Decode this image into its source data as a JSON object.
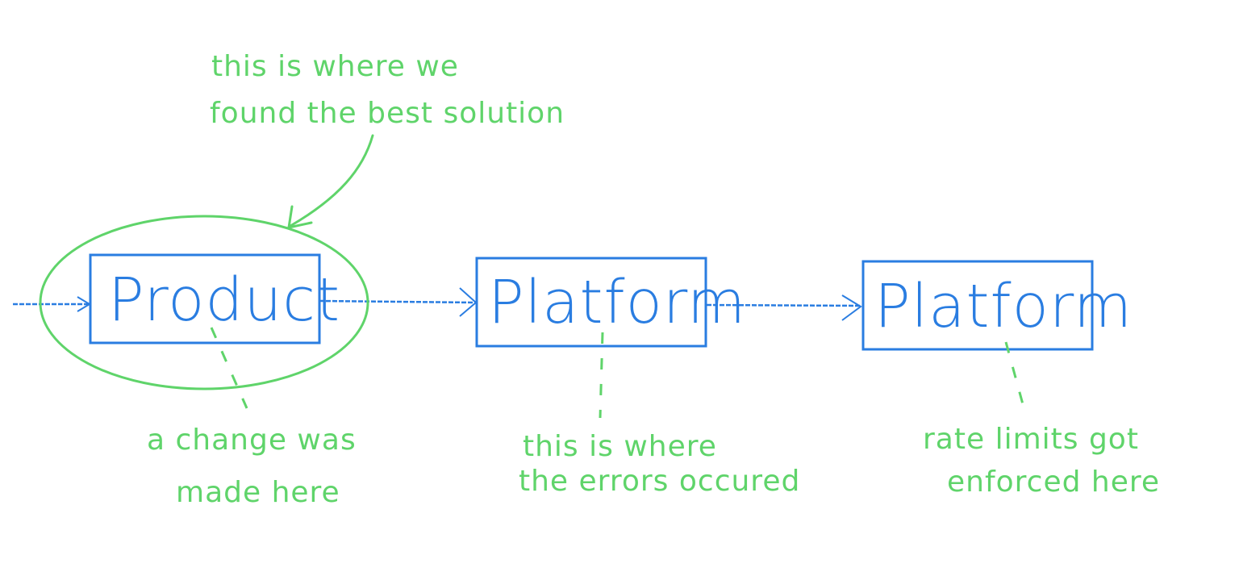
{
  "colors": {
    "background": "#ffffff",
    "box_stroke": "#2a7de1",
    "box_text": "#2a7de1",
    "arrow": "#2a7de1",
    "annotation": "#5fd46a"
  },
  "nodes": [
    {
      "id": "product",
      "label": "Product"
    },
    {
      "id": "platform-1",
      "label": "Platform"
    },
    {
      "id": "platform-2",
      "label": "Platform"
    }
  ],
  "edges": [
    {
      "from": "",
      "to": "product"
    },
    {
      "from": "product",
      "to": "platform-1"
    },
    {
      "from": "platform-1",
      "to": "platform-2"
    }
  ],
  "annotations": {
    "best_solution": {
      "line1": "this is where we",
      "line2": "found the best solution"
    },
    "change": {
      "line1": "a change was",
      "line2": "made here"
    },
    "errors": {
      "line1": "this is where",
      "line2": "the errors occured"
    },
    "rate_limits": {
      "line1": "rate limits got",
      "line2": "enforced here"
    }
  }
}
